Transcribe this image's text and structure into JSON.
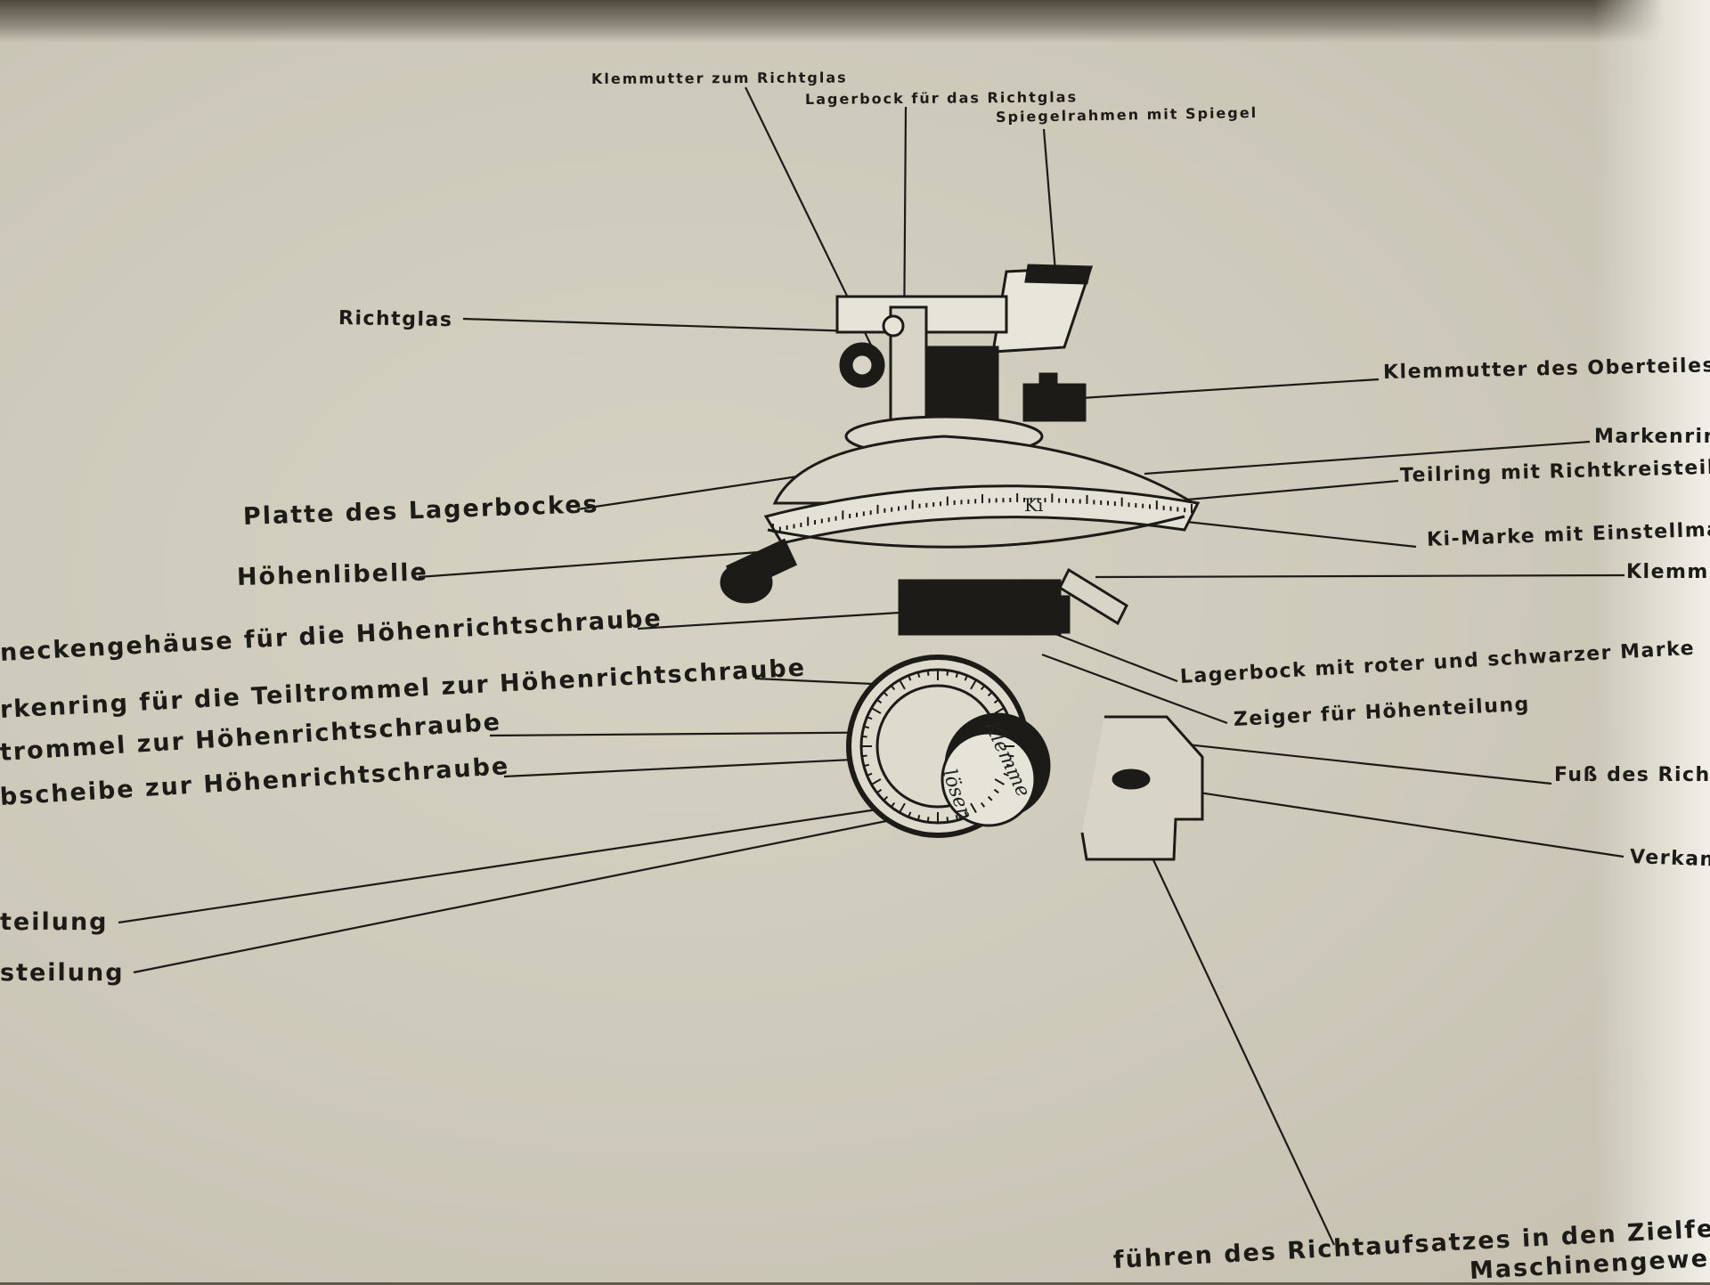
{
  "labels": {
    "klemmutter_richtglas": "Klemmutter zum Richtglas",
    "lagerbock_richtglas": "Lagerbock für das Richtglas",
    "spiegelrahmen": "Spiegelrahmen mit Spiegel",
    "richtglas": "Richtglas",
    "klemmutter_oberteil": "Klemmutter des Oberteiles",
    "markenring": "Markenring",
    "teilring": "Teilring mit Richtkreisteilun",
    "platte_lagerbock": "Platte des Lagerbockes",
    "ki_marke": "Ki-Marke mit Einstellma",
    "hoehenlibelle": "Höhenlibelle",
    "klemm": "Klemmb",
    "schneckengehaeuse": "neckengehäuse für die Höhenrichtschraube",
    "lagerbock_marke": "Lagerbock mit roter und schwarzer Marke",
    "markenring_teiltrommel": "rkenring für die Teiltrommel zur Höhenrichtschraube",
    "zeiger": "Zeiger für Höhenteilung",
    "teiltrommel": "trommel zur Höhenrichtschraube",
    "fuss": "Fuß des Rich",
    "scheibe": "bscheibe zur Höhenrichtschraube",
    "verkant": "Verkan",
    "teilung1": "teilung",
    "teilung2": "steilung",
    "bottom1": "führen des Richtaufsatzes in den Zielfe",
    "bottom2": "Maschinengewe"
  },
  "dial": {
    "klemme": "Klemme",
    "loesen": "lösen",
    "ki": "Ki"
  }
}
